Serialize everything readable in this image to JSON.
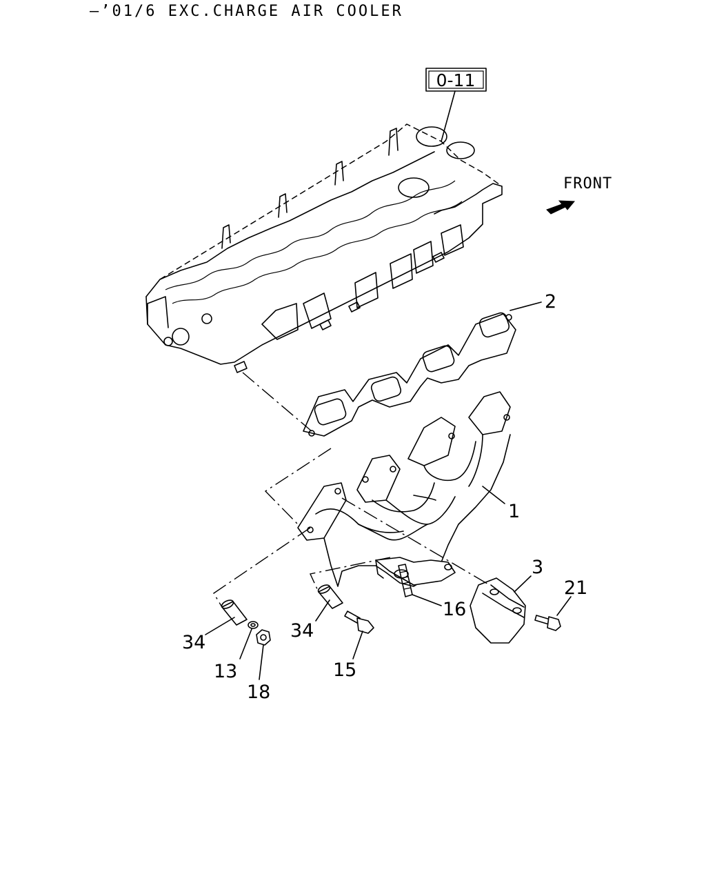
{
  "title": "–’01/6 EXC.CHARGE AIR COOLER",
  "reference_box": "0-11",
  "front_label": "FRONT",
  "callouts": {
    "c1": "1",
    "c2": "2",
    "c3": "3",
    "c13": "13",
    "c15": "15",
    "c16": "16",
    "c18": "18",
    "c21": "21",
    "c34a": "34",
    "c34b": "34"
  }
}
